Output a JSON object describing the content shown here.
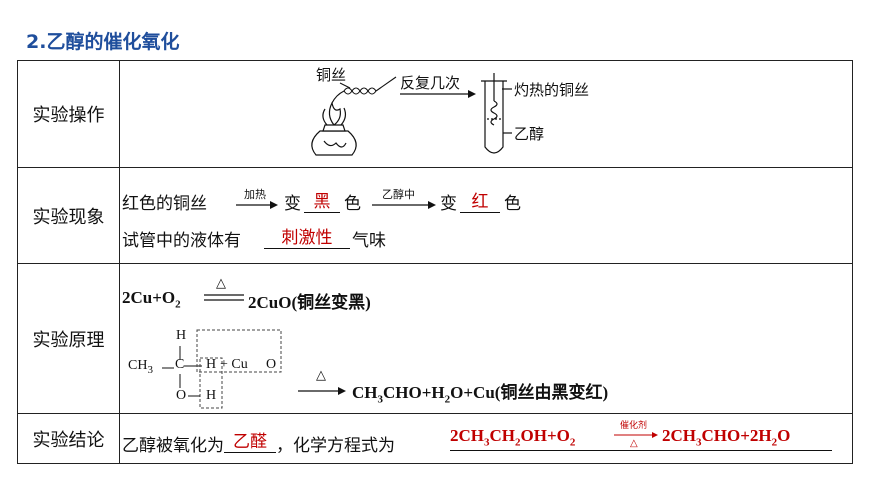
{
  "title": "2.乙醇的催化氧化",
  "rows": [
    {
      "label": "实验操作"
    },
    {
      "label": "实验现象"
    },
    {
      "label": "实验原理"
    },
    {
      "label": "实验结论"
    }
  ],
  "operation": {
    "copper_wire_label": "铜丝",
    "repeat_label": "反复几次",
    "hot_copper_label": "灼热的铜丝",
    "ethanol_label": "乙醇"
  },
  "phenomenon": {
    "line1_part1": "红色的铜丝",
    "arrow1_label": "加热",
    "change1": "变",
    "answer1": "黑",
    "color1": "色",
    "arrow2_label": "乙醇中",
    "change2": "变",
    "answer2": "红",
    "color2": "色",
    "line2_part1": "试管中的液体有",
    "answer3": "刺激性",
    "line2_part2": "气味"
  },
  "principle": {
    "eq1_left": "2Cu+O",
    "eq1_sub": "2",
    "eq1_cond": "△",
    "eq1_right": "2CuO(铜丝变黑)",
    "struct_h_top": "H",
    "struct_ch3": "CH",
    "struct_ch3_sub": "3",
    "struct_c": "C",
    "struct_h_mid": "H",
    "struct_plus_cuo": "+ Cu",
    "struct_o_right": "O",
    "struct_o": "O",
    "struct_h_bot": "H",
    "eq2_cond": "△",
    "eq2_p1": "CH",
    "eq2_s1": "3",
    "eq2_p2": "CHO+H",
    "eq2_s2": "2",
    "eq2_p3": "O+Cu(铜丝由黑变红)"
  },
  "conclusion": {
    "part1": "乙醇被氧化为",
    "answer1": "乙醛",
    "part2": "，化学方程式为",
    "eq_p1": "2CH",
    "eq_s1": "3",
    "eq_p2": "CH",
    "eq_s2": "2",
    "eq_p3": "OH+O",
    "eq_s3": "2",
    "catalyst": "催化剂",
    "cond": "△",
    "eq_p4": "2CH",
    "eq_s4": "3",
    "eq_p5": "CHO+2H",
    "eq_s5": "2",
    "eq_p6": "O"
  }
}
